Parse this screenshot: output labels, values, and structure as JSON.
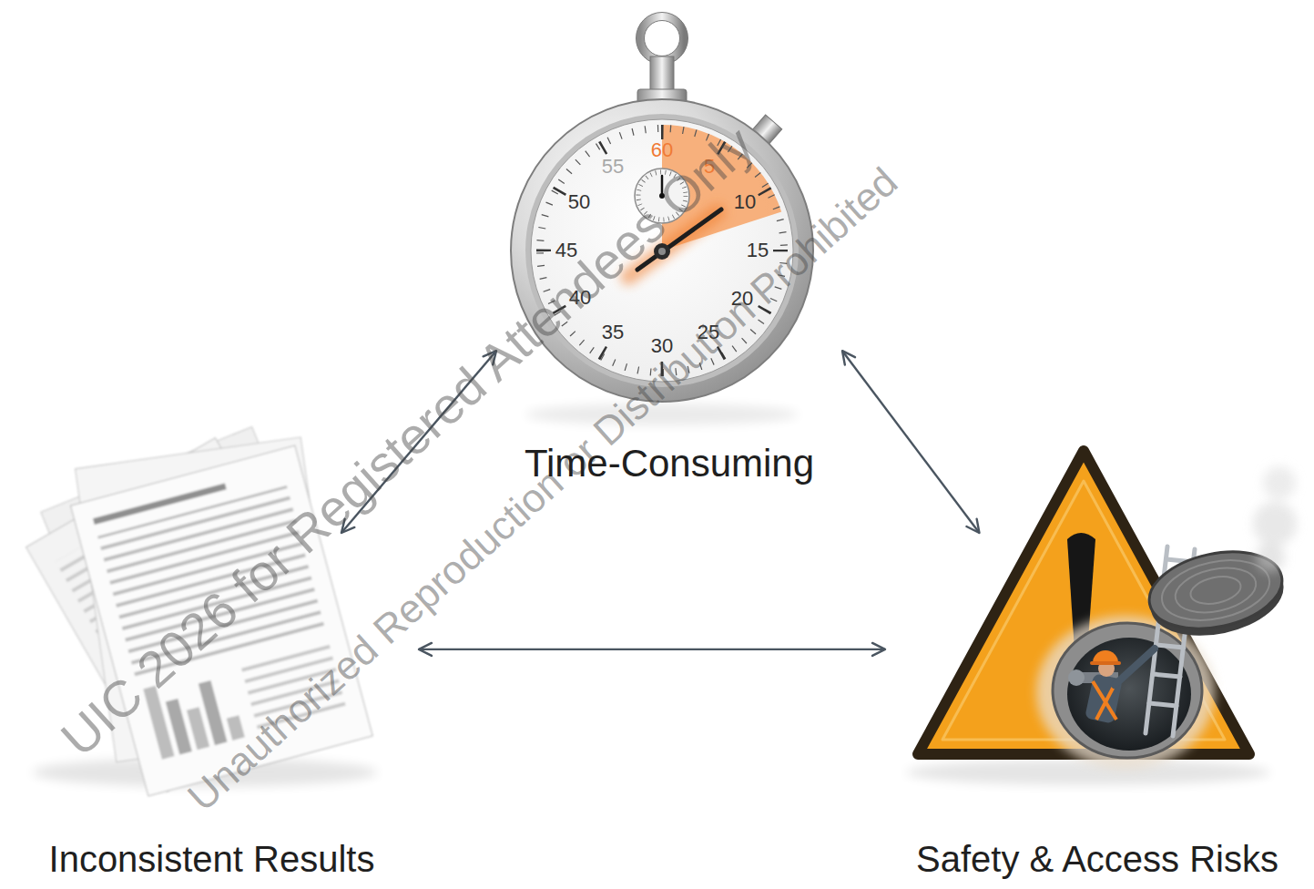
{
  "diagram": {
    "nodes": [
      {
        "text": [
          "Time-Consuming"
        ]
      },
      {
        "text": [
          "Inconsistent Results"
        ]
      },
      {
        "text": [
          "Safety & Access Risks"
        ]
      }
    ],
    "edges": [
      {
        "from": 0,
        "to": 1,
        "arrow": "both"
      },
      {
        "from": 0,
        "to": 2,
        "arrow": "both"
      },
      {
        "from": 1,
        "to": 2,
        "arrow": "both"
      }
    ],
    "labels": [
      "55",
      "60",
      "5",
      "10",
      "15",
      "20",
      "25",
      "30",
      "35",
      "40",
      "45",
      "50",
      "UIC 2026 for Registered Attendees Only",
      "Unauthorized Reproduction or Distribution Prohibited"
    ]
  }
}
